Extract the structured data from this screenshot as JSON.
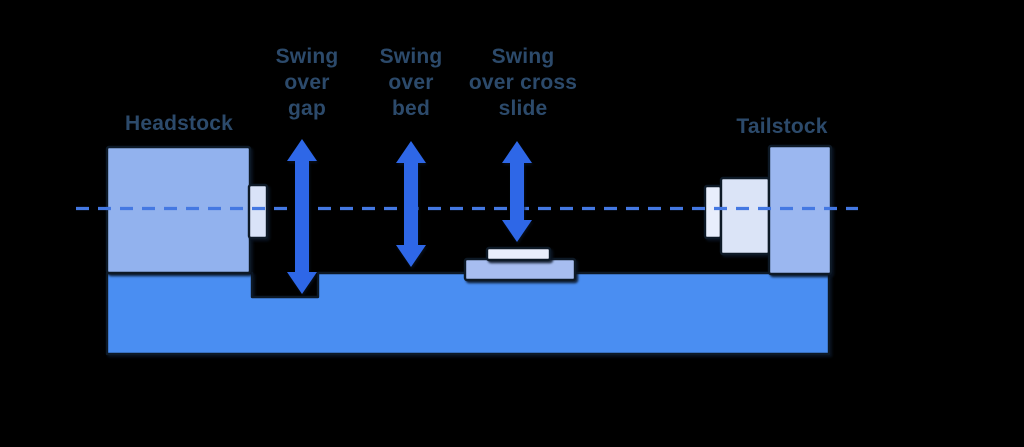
{
  "diagram": {
    "labels": {
      "headstock": "Headstock",
      "tailstock": "Tailstock",
      "swing_over_gap": "Swing\nover\ngap",
      "swing_over_bed": "Swing\nover\nbed",
      "swing_over_cross_slide": "Swing\nover cross\nslide"
    },
    "colors": {
      "background": "#000000",
      "bed": "#4a8ef2",
      "headstock_body": "#92b2ee",
      "tailstock_body": "#9bb7f0",
      "tailstock_mid": "#dbe4f7",
      "tailstock_small": "#e8eefc",
      "spindle": "#d9e3f8",
      "saddle": "#a7bdf0",
      "cross_slide_top": "#e9eefb",
      "outline": "#0d1926",
      "arrow": "#2e67e7",
      "centerline": "#4478e2",
      "label_text": "#2c4a6b"
    }
  }
}
